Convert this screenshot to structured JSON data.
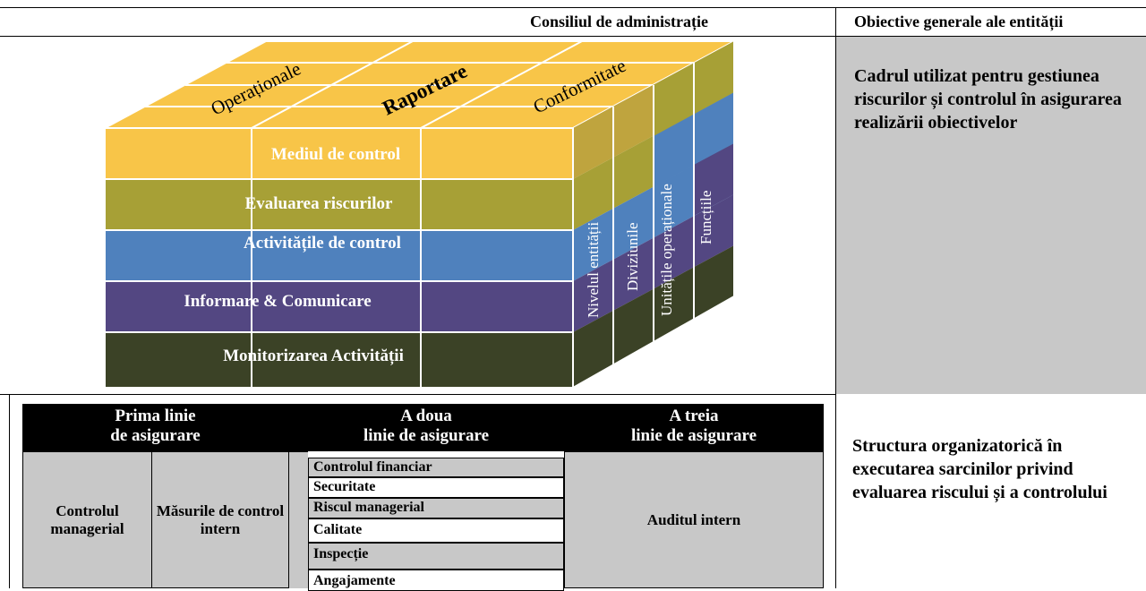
{
  "header": {
    "board_title": "Consiliul de administrație",
    "objectives_title": "Obiective generale ale entității"
  },
  "cube": {
    "top_labels": [
      "Operaționale",
      "Raportare",
      "Conformitate"
    ],
    "layers": [
      {
        "label": "Mediul de control",
        "color": "#f8c548",
        "side": "#bfa43e"
      },
      {
        "label": "Evaluarea riscurilor",
        "color": "#a7a036",
        "side": "#8c862c"
      },
      {
        "label": "Activitățile de control",
        "color": "#4f81bd",
        "side": "#4f81bd"
      },
      {
        "label": "Informare & Comunicare",
        "color": "#534782",
        "side": "#4a3f79"
      },
      {
        "label": "Monitorizarea Activității",
        "color": "#3b4226",
        "side": "#3b4226"
      }
    ],
    "side_labels": [
      "Nivelul entității",
      "Diviziunile",
      "Unitățile operaționale",
      "Funcțiile"
    ],
    "colors": {
      "top": "#f8c548",
      "grid": "#ffffff"
    }
  },
  "framework_text": "Cadrul utilizat pentru gestiunea riscurilor și controlul în asigurarea realizării obiectivelor",
  "assurance_table": {
    "headers": [
      {
        "line1": "Prima linie",
        "line2": "de asigurare"
      },
      {
        "line1": "A doua",
        "line2": "linie de asigurare"
      },
      {
        "line1": "A treia",
        "line2": "linie de asigurare"
      }
    ],
    "first_line": {
      "cell1": "Controlul managerial",
      "cell2": "Măsurile de control intern"
    },
    "second_line_items": [
      {
        "label": "Controlul financiar",
        "bg": "#c8c8c8"
      },
      {
        "label": "Securitate",
        "bg": "#ffffff"
      },
      {
        "label": "Riscul managerial",
        "bg": "#c8c8c8"
      },
      {
        "label": "Calitate",
        "bg": "#ffffff"
      },
      {
        "label": "Inspecție",
        "bg": "#c8c8c8"
      },
      {
        "label": "Angajamente",
        "bg": "#ffffff"
      }
    ],
    "third_line": "Auditul intern"
  },
  "structure_text": "Structura organizatorică în executarea sarcinilor privind evaluarea riscului și a controlului"
}
